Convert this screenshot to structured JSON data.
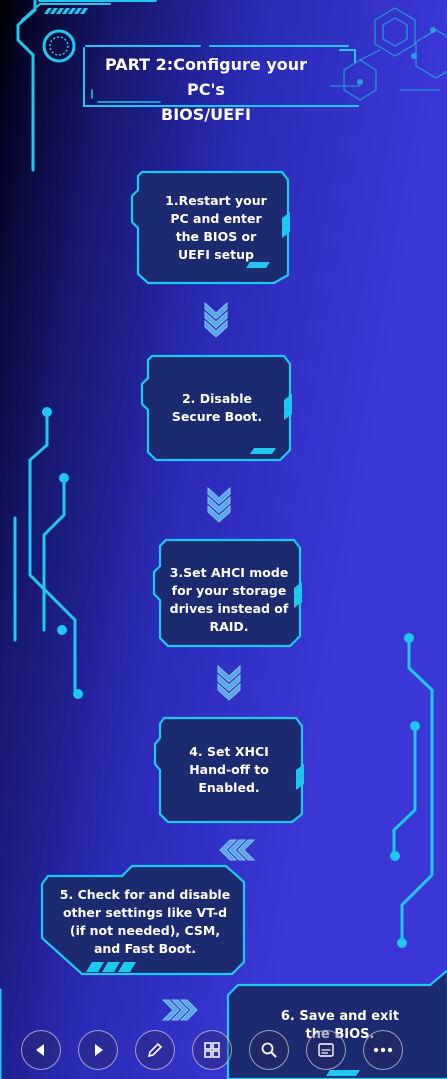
{
  "title": {
    "line1": "PART 2:Configure your PC's",
    "line2": "BIOS/UEFI"
  },
  "steps": [
    {
      "lines": [
        "1.Restart your",
        "PC and enter",
        "the BIOS or",
        "UEFI setup"
      ]
    },
    {
      "lines": [
        "2. Disable",
        "Secure Boot."
      ]
    },
    {
      "lines": [
        "3.Set AHCI mode",
        "for your storage",
        "drives instead of",
        "RAID."
      ]
    },
    {
      "lines": [
        "4. Set XHCI",
        "Hand-off to",
        "Enabled."
      ]
    },
    {
      "lines": [
        "5. Check for and disable",
        "other settings like VT-d",
        "(if not needed), CSM,",
        "and Fast Boot."
      ]
    },
    {
      "lines": [
        "6. Save and exit",
        "the BIOS."
      ]
    }
  ],
  "toolbar": {
    "buttons": [
      {
        "icon": "previous-icon"
      },
      {
        "icon": "next-icon"
      },
      {
        "icon": "pen-icon"
      },
      {
        "icon": "slides-overview-icon"
      },
      {
        "icon": "zoom-icon"
      },
      {
        "icon": "subtitles-icon"
      },
      {
        "icon": "more-options-icon"
      }
    ]
  },
  "colors": {
    "accent": "#1ec8f0",
    "box_fill": "#1c2a70",
    "background_dark": "#000000",
    "background_light": "#3a37d6",
    "text": "#ffffff"
  }
}
